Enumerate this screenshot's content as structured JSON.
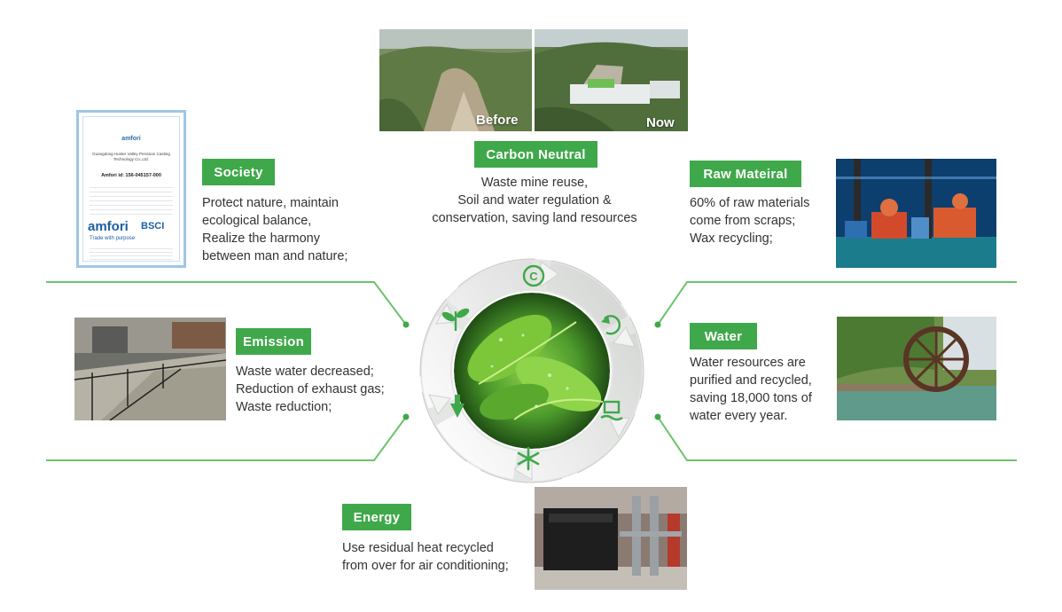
{
  "colors": {
    "accent": "#3fa84a",
    "line": "#6cc36a",
    "text": "#333333"
  },
  "carbon_neutral": {
    "label": "Carbon Neutral",
    "lines": [
      "Waste mine reuse,",
      "Soil and water regulation &",
      "conservation, saving land resources"
    ],
    "before_caption": "Before",
    "now_caption": "Now"
  },
  "society": {
    "label": "Society",
    "lines": [
      "Protect nature, maintain",
      "ecological balance,",
      "Realize the harmony",
      "between man and nature;"
    ]
  },
  "certificate": {
    "org": "amfori",
    "badge": "BSCI",
    "tagline": "Trade with purpose",
    "company": "Guangdong Hunter Valley Precision Casting",
    "company2": "Technology Co.,Ltd.",
    "id_line": "Amfori id: 156-045157-000"
  },
  "raw_material": {
    "label": "Raw Mateiral",
    "lines": [
      "60% of raw materials",
      "come from scraps;",
      "Wax recycling;"
    ]
  },
  "emission": {
    "label": "Emission",
    "lines": [
      "Waste water decreased;",
      "Reduction of exhaust gas;",
      "Waste reduction;"
    ]
  },
  "water": {
    "label": "Water",
    "lines": [
      "Water resources are",
      "purified and recycled,",
      "saving 18,000 tons of",
      "water every year."
    ]
  },
  "energy": {
    "label": "Energy",
    "lines": [
      "Use residual heat recycled",
      "from over for air conditioning;"
    ]
  },
  "cycle_icons": [
    "carbon-icon",
    "recycle-icon",
    "water-turbine-icon",
    "snowflake-icon",
    "down-arrow-icon",
    "sprout-icon"
  ]
}
